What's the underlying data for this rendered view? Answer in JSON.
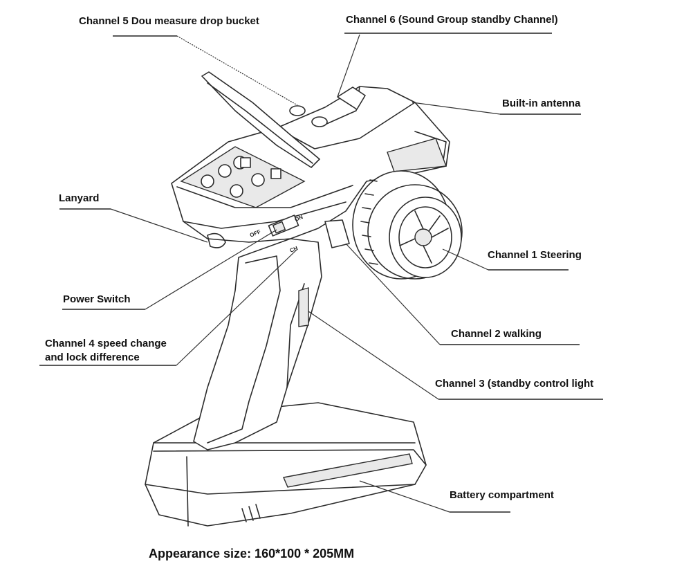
{
  "labels": {
    "ch5": "Channel 5 Dou measure drop bucket",
    "ch6": "Channel 6 (Sound Group standby Channel)",
    "antenna": "Built-in antenna",
    "lanyard": "Lanyard",
    "ch1": "Channel 1 Steering",
    "power": "Power Switch",
    "ch2": "Channel 2 walking",
    "ch4_line1": "Channel 4 speed change",
    "ch4_line2": "and lock difference",
    "ch3": "Channel 3 (standby control light",
    "battery": "Battery compartment"
  },
  "device_marks": {
    "off": "OFF",
    "on": "ON",
    "ch": "CH"
  },
  "footer": "Appearance size: 160*100 * 205MM"
}
